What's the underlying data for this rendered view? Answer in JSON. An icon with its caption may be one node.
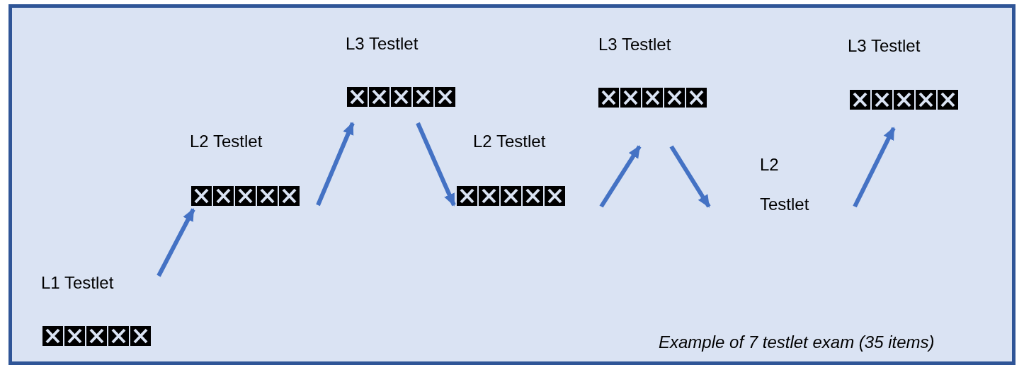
{
  "diagram": {
    "caption": "Example of 7 testlet exam (35 items)",
    "nodes": [
      {
        "text": [
          "L1 Testlet"
        ]
      },
      {
        "text": [
          "L2 Testlet"
        ]
      },
      {
        "text": [
          "L3 Testlet"
        ]
      },
      {
        "text": [
          "L2 Testlet"
        ]
      },
      {
        "text": [
          "L3 Testlet"
        ]
      },
      {
        "text": [
          "L2 Testlet"
        ]
      },
      {
        "text": [
          "L3 Testlet"
        ]
      }
    ],
    "edges": [
      {
        "from": 0,
        "to": 1,
        "arrow": "to"
      },
      {
        "from": 1,
        "to": 2,
        "arrow": "to"
      },
      {
        "from": 2,
        "to": 3,
        "arrow": "to"
      },
      {
        "from": 3,
        "to": 4,
        "arrow": "to"
      },
      {
        "from": 4,
        "to": 5,
        "arrow": "to"
      },
      {
        "from": 5,
        "to": 6,
        "arrow": "to"
      }
    ]
  }
}
